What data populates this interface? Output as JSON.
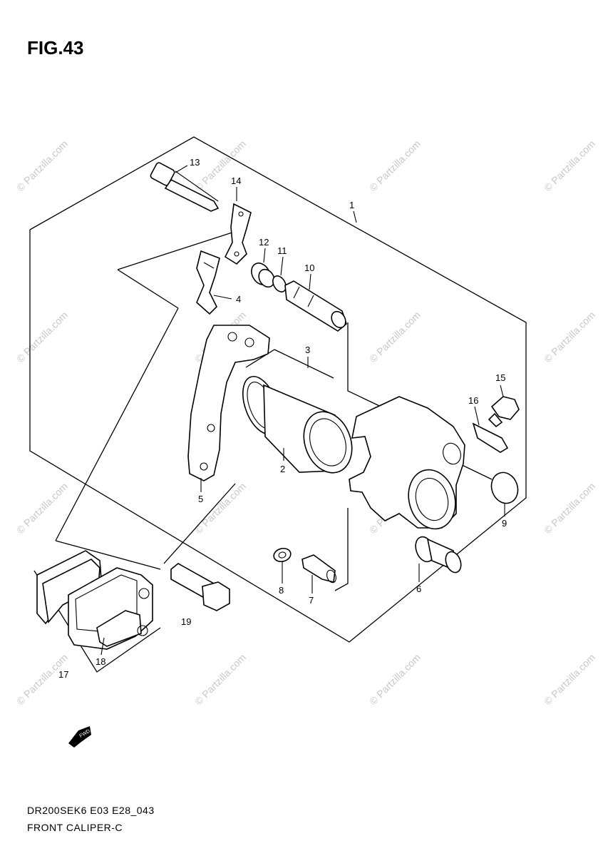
{
  "figure": {
    "title": "FIG.43",
    "code": "DR200SEK6 E03 E28_043",
    "name": "FRONT CALIPER-C"
  },
  "watermark": {
    "text": "© Partzilla.com"
  },
  "fwd_icon": {
    "label": "FWD"
  },
  "callouts": {
    "c1": "1",
    "c2": "2",
    "c3": "3",
    "c4": "4",
    "c5": "5",
    "c6": "6",
    "c7": "7",
    "c8": "8",
    "c9": "9",
    "c10": "10",
    "c11": "11",
    "c12": "12",
    "c13": "13",
    "c14": "14",
    "c15": "15",
    "c16": "16",
    "c17": "17",
    "c18": "18",
    "c19": "19"
  }
}
